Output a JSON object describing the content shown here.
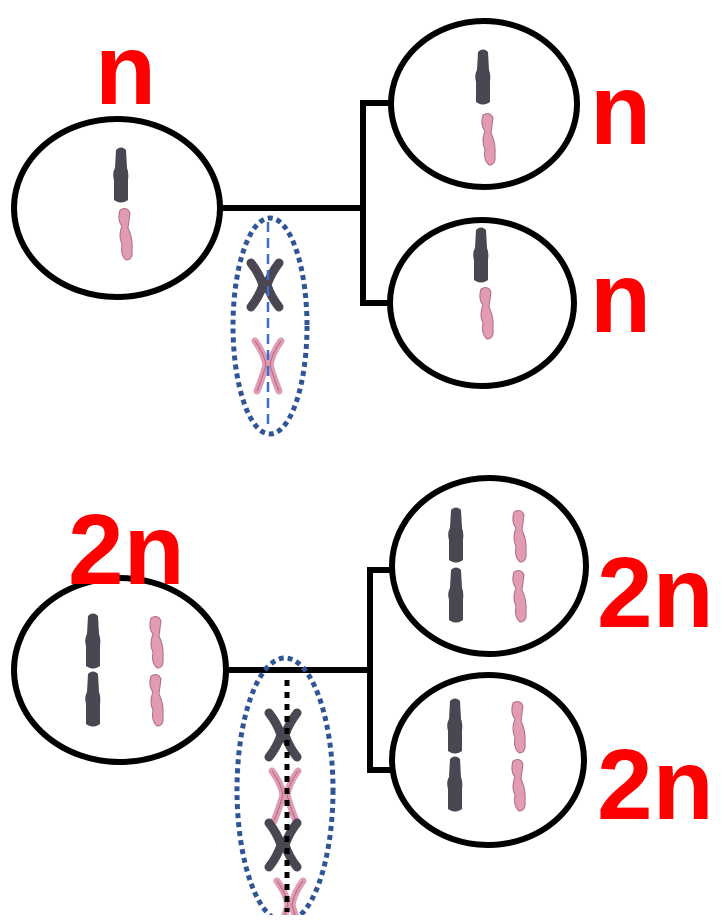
{
  "colors": {
    "label": "#ff0000",
    "outline": "#000000",
    "chromosome_dark": "#4a4652",
    "chromosome_pink": "#e29bb5",
    "ellipse_dots": "#2f5597",
    "split_line_haploid": "#3a6fc4",
    "split_line_diploid": "#000000"
  },
  "haploid": {
    "parent_label": "n",
    "daughter_top_label": "n",
    "daughter_bottom_label": "n"
  },
  "diploid": {
    "parent_label": "2n",
    "daughter_top_label": "2n",
    "daughter_bottom_label": "2n"
  },
  "icons": {
    "cell": "cell-circle-icon",
    "chromosome": "chromosome-icon",
    "replicated_chromosome": "replicated-chromosome-icon"
  }
}
